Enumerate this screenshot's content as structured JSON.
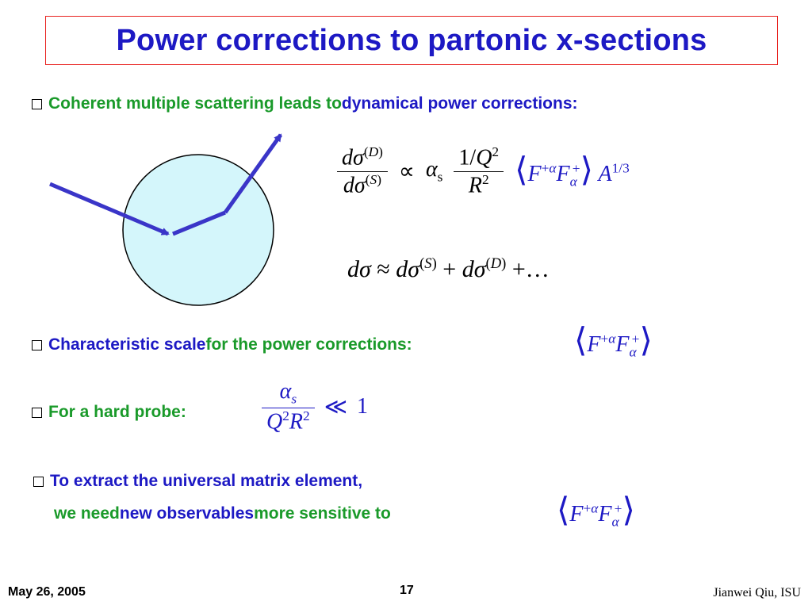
{
  "title": "Power corrections to partonic x-sections",
  "bullets": {
    "b1": {
      "part1": "Coherent multiple scattering leads to ",
      "part2": "dynamical power corrections:"
    },
    "b2": {
      "part1": "Characteristic scale ",
      "part2": "for the power corrections:"
    },
    "b3": {
      "text": "For a hard probe:"
    },
    "b4": {
      "line1": "To extract the universal matrix element,",
      "line2a": "we need ",
      "line2b": "new observables",
      "line2c": " more sensitive to"
    }
  },
  "equations": {
    "ratio_prop_symbol": "∝",
    "ratio_exponent": "1/3",
    "expansion_tail": "+…",
    "hard_probe_symbol": "≪",
    "hard_probe_value": "1"
  },
  "footer": {
    "date": "May 26, 2005",
    "page": "17",
    "author": "Jianwei Qiu, ISU"
  },
  "colors": {
    "title": "#1d19c4",
    "green": "#1a9a2a",
    "frame": "#e8221f",
    "circle": "#d4f6fb",
    "arrow": "#3a35c8"
  }
}
